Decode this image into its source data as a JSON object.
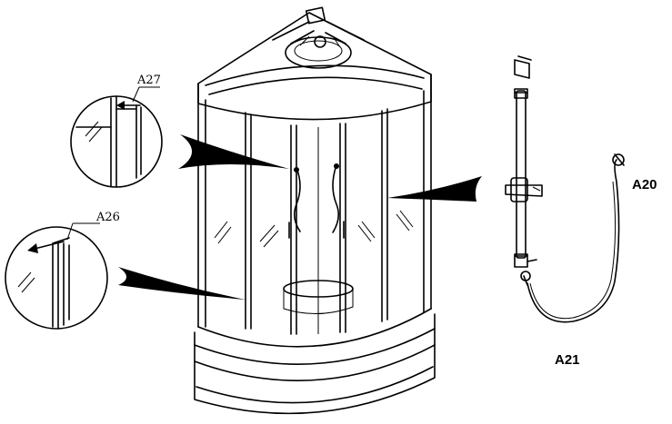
{
  "labels": {
    "a27": "A27",
    "a26": "A26",
    "a20": "A20",
    "a21": "A21"
  },
  "colors": {
    "ink": "#000000",
    "background": "#ffffff"
  }
}
